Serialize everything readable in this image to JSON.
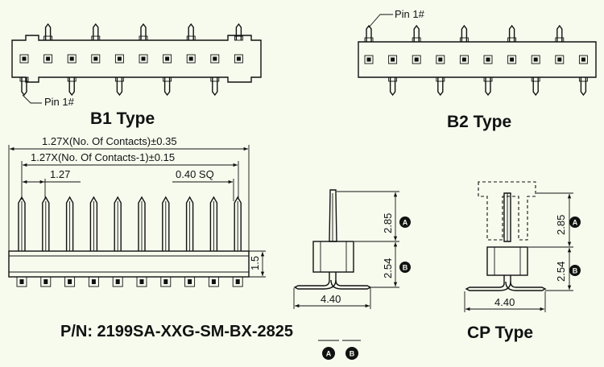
{
  "b1": {
    "title": "B1 Type",
    "pin_label": "Pin 1#"
  },
  "b2": {
    "title": "B2 Type",
    "pin_label": "Pin 1#"
  },
  "front_view": {
    "dim_overall": "1.27X(No. Of Contacts)±0.35",
    "dim_span": "1.27X(No. Of Contacts-1)±0.15",
    "dim_pitch": "1.27",
    "dim_pin": "0.40 SQ",
    "dim_height": "1.5"
  },
  "side_view": {
    "dim_a": "2.85",
    "dim_b": "2.54",
    "dim_width": "4.40",
    "marker_a": "A",
    "marker_b": "B"
  },
  "cp_view": {
    "title": "CP Type",
    "dim_a": "2.85",
    "dim_b": "2.54",
    "dim_width": "4.40",
    "marker_a": "A",
    "marker_b": "B"
  },
  "part_number": {
    "text": "P/N: 2199SA-XXG-SM-BX-2825",
    "marker_a": "A",
    "marker_b": "B"
  }
}
